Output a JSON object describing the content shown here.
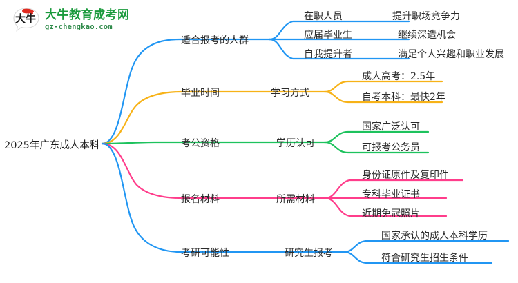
{
  "logo": {
    "mark_text": "大牛",
    "name_cn": "大牛教育成考网",
    "domain": "gz-chengkao.com",
    "brand_color": "#1a9a3c"
  },
  "mindmap": {
    "root": "2025年广东成人本科",
    "colors": {
      "blue": "#2196f3",
      "orange": "#f7b217",
      "green": "#1dc25d",
      "pink": "#ff3d8b"
    },
    "branches": [
      {
        "label": "适合报考的人群",
        "color": "#2196f3",
        "children": [
          {
            "label": "在职人员",
            "leaf": "提升职场竞争力"
          },
          {
            "label": "应届毕业生",
            "leaf": "继续深造机会"
          },
          {
            "label": "自我提升者",
            "leaf": "满足个人兴趣和职业发展"
          }
        ]
      },
      {
        "label": "毕业时间",
        "color": "#f7b217",
        "sub": "学习方式",
        "children": [
          {
            "leaf": "成人高考：2.5年"
          },
          {
            "leaf": "自考本科：最快2年"
          }
        ]
      },
      {
        "label": "考公资格",
        "color": "#1dc25d",
        "sub": "学历认可",
        "children": [
          {
            "leaf": "国家广泛认可"
          },
          {
            "leaf": "可报考公务员"
          }
        ]
      },
      {
        "label": "报名材料",
        "color": "#ff3d8b",
        "sub": "所需材料",
        "children": [
          {
            "leaf": "身份证原件及复印件"
          },
          {
            "leaf": "专科毕业证书"
          },
          {
            "leaf": "近期免冠照片"
          }
        ]
      },
      {
        "label": "考研可能性",
        "color": "#2196f3",
        "sub": "研究生报考",
        "children": [
          {
            "leaf": "国家承认的成人本科学历"
          },
          {
            "leaf": "符合研究生招生条件"
          }
        ]
      }
    ]
  }
}
